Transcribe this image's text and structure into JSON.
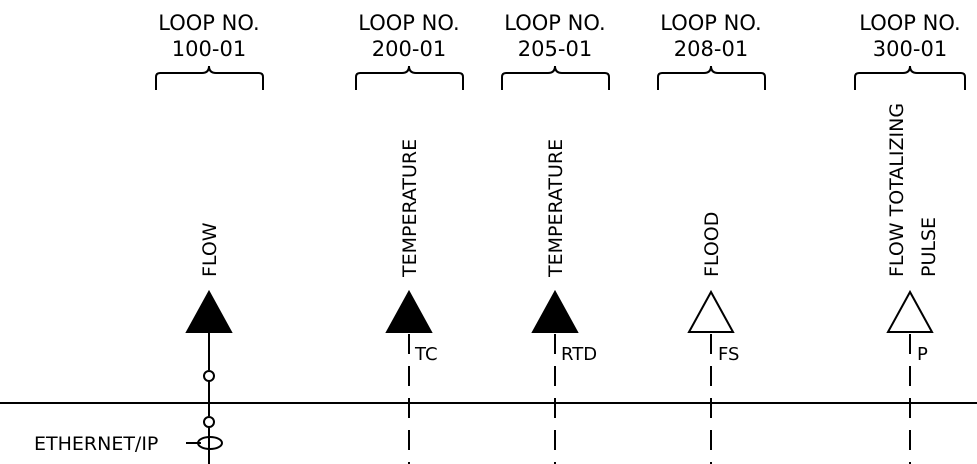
{
  "loops": [
    {
      "line1": "LOOP NO.",
      "line2": "100-01",
      "labels": [
        "FLOW"
      ],
      "tag": "",
      "triangle": "filled",
      "link": "ethernet"
    },
    {
      "line1": "LOOP NO.",
      "line2": "200-01",
      "labels": [
        "TEMPERATURE"
      ],
      "tag": "TC",
      "triangle": "filled",
      "link": "dashed"
    },
    {
      "line1": "LOOP NO.",
      "line2": "205-01",
      "labels": [
        "TEMPERATURE"
      ],
      "tag": "RTD",
      "triangle": "filled",
      "link": "dashed"
    },
    {
      "line1": "LOOP NO.",
      "line2": "208-01",
      "labels": [
        "FLOOD"
      ],
      "tag": "FS",
      "triangle": "hollow",
      "link": "dashed"
    },
    {
      "line1": "LOOP NO.",
      "line2": "300-01",
      "labels": [
        "FLOW TOTALIZING",
        "PULSE"
      ],
      "tag": "P",
      "triangle": "hollow",
      "link": "dashed"
    }
  ],
  "bus_label": "ETHERNET/IP"
}
